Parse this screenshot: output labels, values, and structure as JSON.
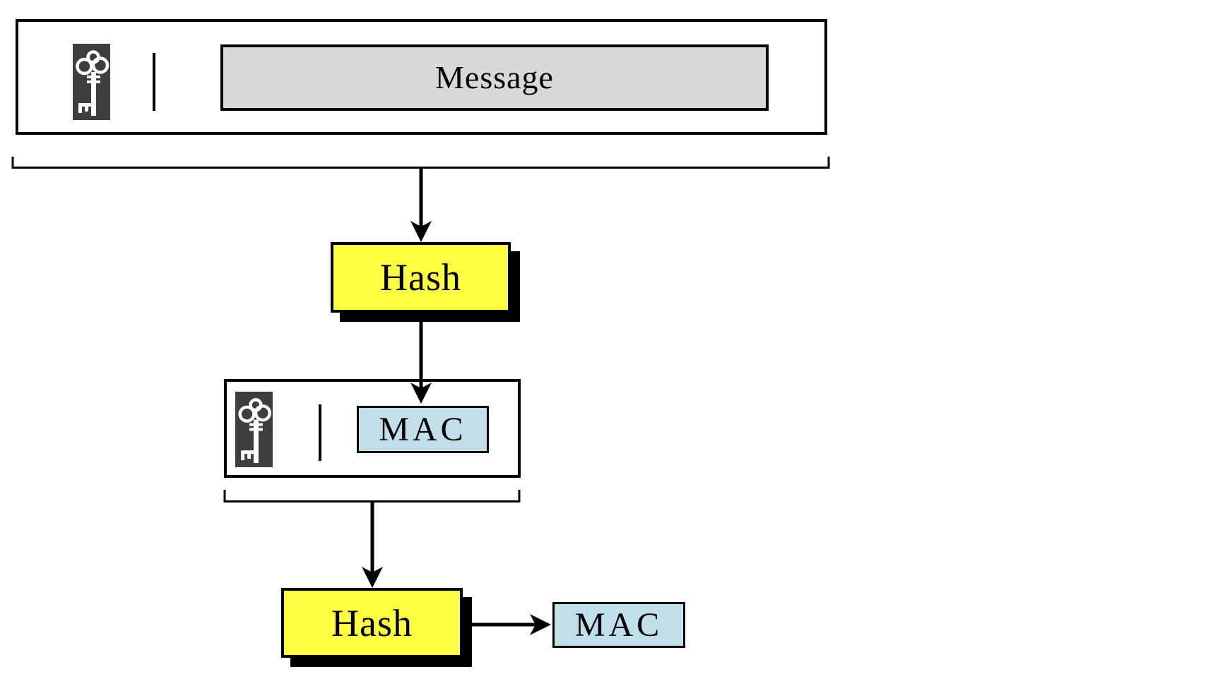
{
  "diagram": {
    "type": "flow-diagram",
    "subject": "MAC construction using nested keyed hash",
    "labels": {
      "message": "Message",
      "hash_top": "Hash",
      "mac_inner": "MAC",
      "hash_bottom": "Hash",
      "mac_output": "MAC"
    },
    "icons": {
      "key_top": "key-icon",
      "key_inner": "key-icon",
      "concat_top": "concatenation-bar-icon",
      "concat_inner": "concatenation-bar-icon"
    },
    "colors": {
      "hash_fill": "#ffff42",
      "mac_fill": "#c0dfea",
      "message_fill": "#d8d8d8",
      "key_badge_bg": "#3e3e3e",
      "stroke": "#000000",
      "background": "#ffffff"
    }
  }
}
